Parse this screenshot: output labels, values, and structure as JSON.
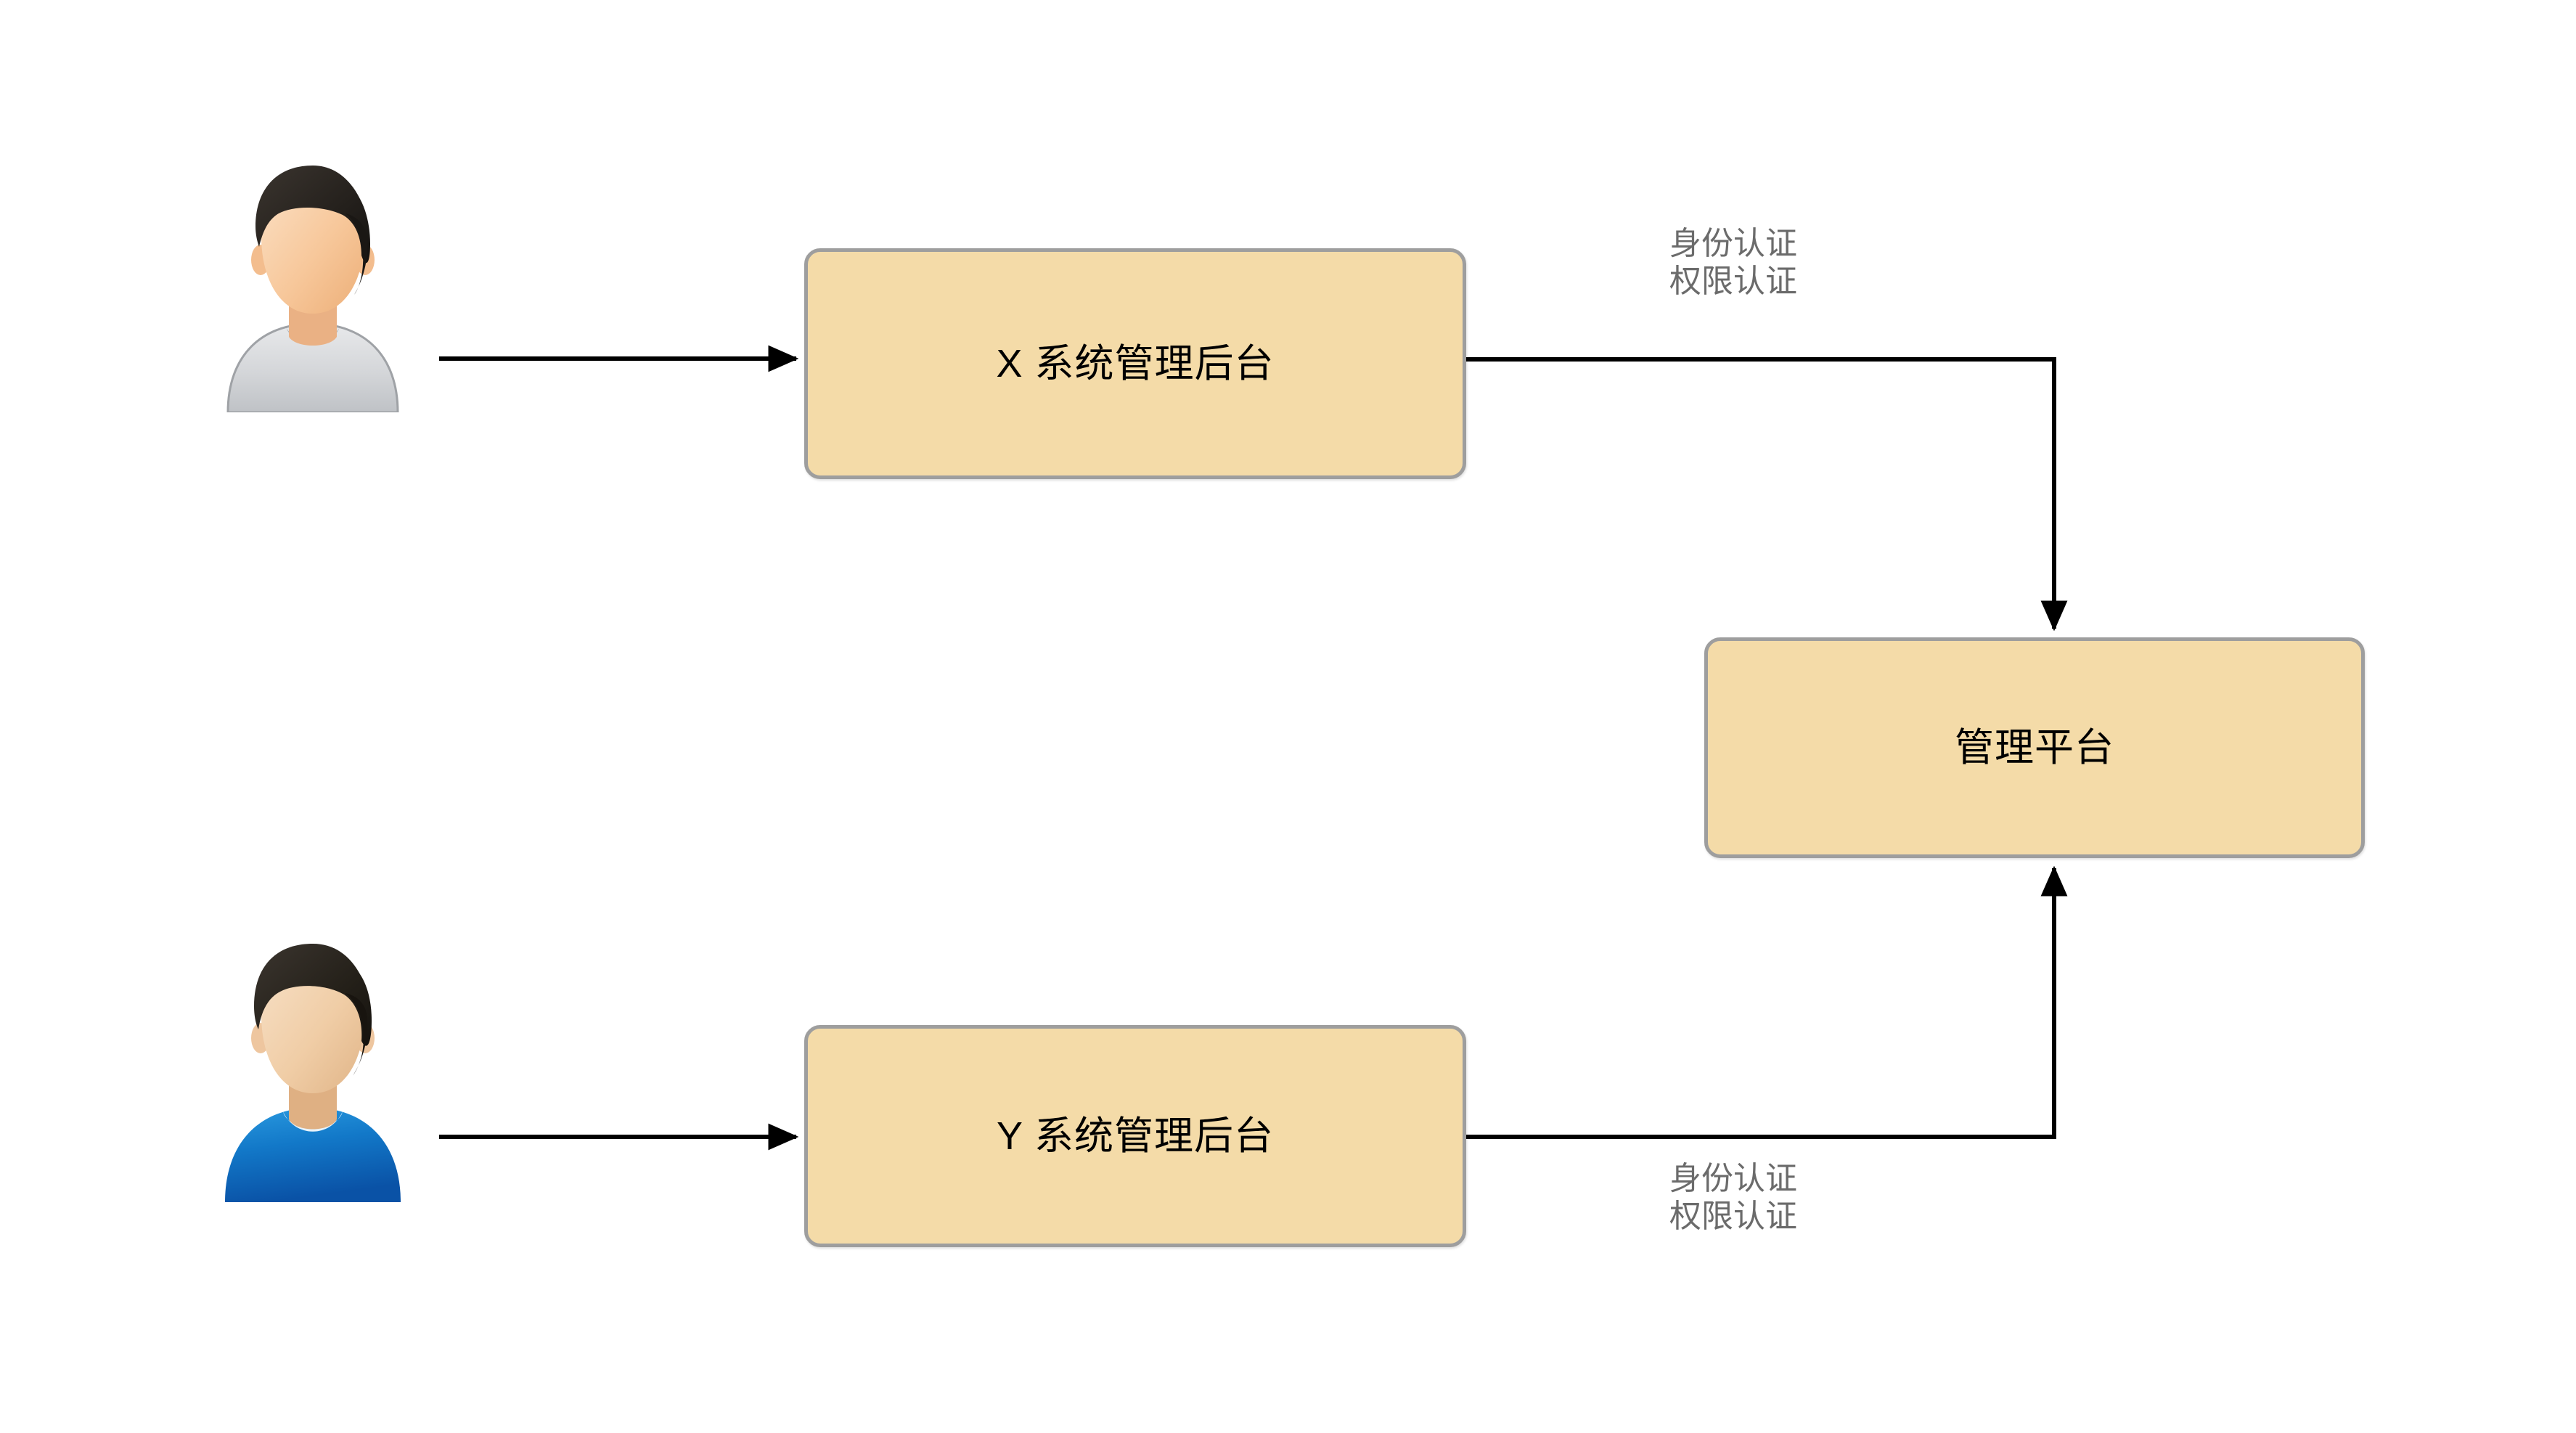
{
  "diagram": {
    "title": "",
    "background": "#ffffff",
    "node_fill": "#f4dba8",
    "node_border": "#9e9e9e",
    "edge_color": "#000000",
    "edge_label_color": "#6b6b6b",
    "nodes": [
      {
        "id": "x-system",
        "label": "X 系统管理后台"
      },
      {
        "id": "y-system",
        "label": "Y 系统管理后台"
      },
      {
        "id": "platform",
        "label": "管理平台"
      }
    ],
    "actors": [
      {
        "id": "user-1",
        "icon": "user-avatar-icon",
        "shirt_color": "#d9dadc",
        "hair_color": "#2b2723",
        "skin_color": "#f7cfa5"
      },
      {
        "id": "user-2",
        "icon": "user-avatar-icon",
        "shirt_color": "#0f72c4",
        "hair_color": "#2b2723",
        "skin_color": "#f1d4b0"
      }
    ],
    "edges": [
      {
        "id": "user1-to-x",
        "from": "user-1",
        "to": "x-system",
        "label_lines": []
      },
      {
        "id": "user2-to-y",
        "from": "user-2",
        "to": "y-system",
        "label_lines": []
      },
      {
        "id": "x-to-platform",
        "from": "x-system",
        "to": "platform",
        "label_lines": [
          "身份认证",
          "权限认证"
        ]
      },
      {
        "id": "y-to-platform",
        "from": "y-system",
        "to": "platform",
        "label_lines": [
          "身份认证",
          "权限认证"
        ]
      }
    ],
    "labels": {
      "top_auth_line1": "身份认证",
      "top_auth_line2": "权限认证",
      "bottom_auth_line1": "身份认证",
      "bottom_auth_line2": "权限认证"
    }
  }
}
